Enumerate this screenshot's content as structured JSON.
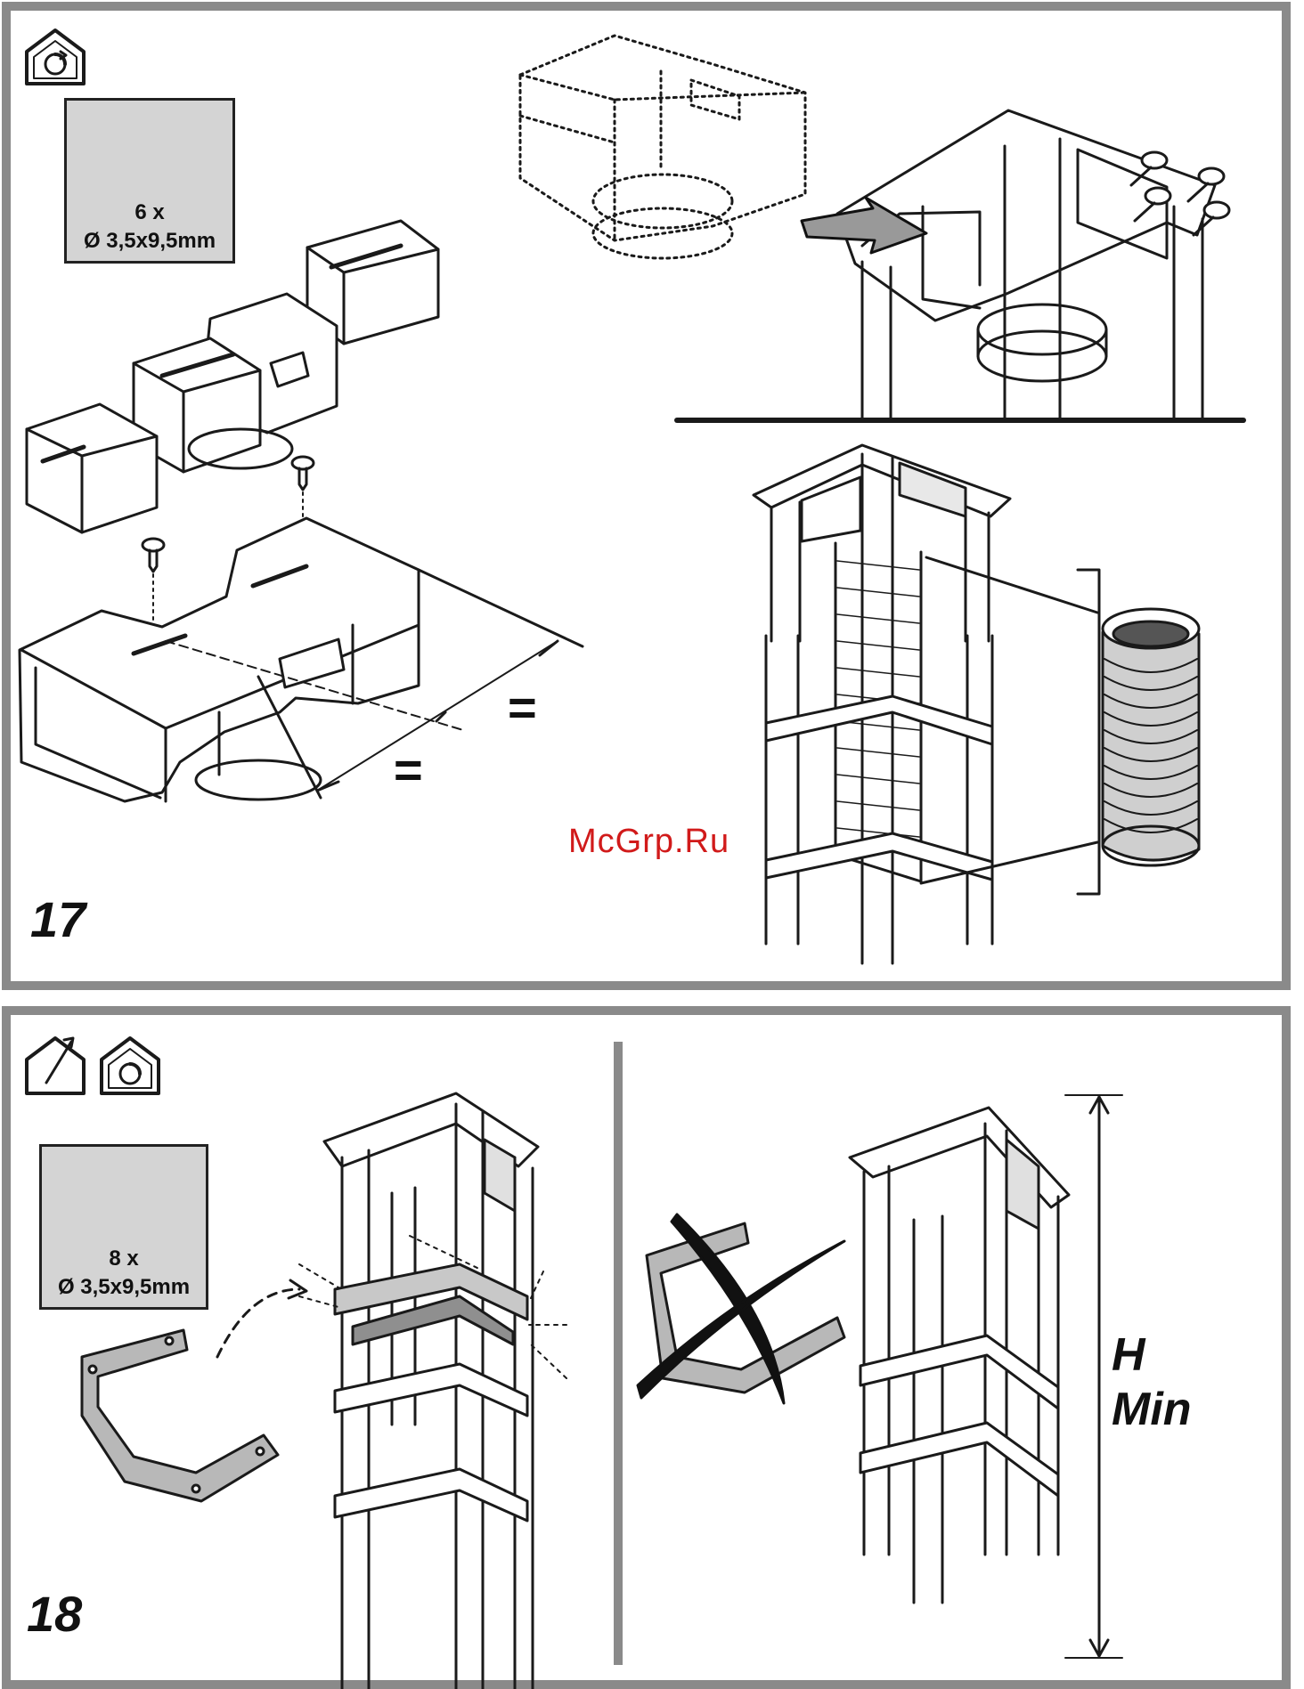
{
  "steps": {
    "first": {
      "number": "17",
      "screw_qty": "6 x",
      "screw_spec": "Ø 3,5x9,5mm",
      "equal_mark": "="
    },
    "second": {
      "number": "18",
      "screw_qty": "8 x",
      "screw_spec": "Ø 3,5x9,5mm",
      "height_label": "H",
      "min_label": "Min"
    }
  },
  "watermark": "McGrp.Ru",
  "icons": [
    "recirculation-mode-icon",
    "extraction-mode-icon",
    "screw-icon",
    "wrong-cross-icon"
  ],
  "colors": {
    "panel_border": "#8a8a8a",
    "screwbox_fill": "#d4d4d4",
    "watermark": "#d11a1a"
  }
}
